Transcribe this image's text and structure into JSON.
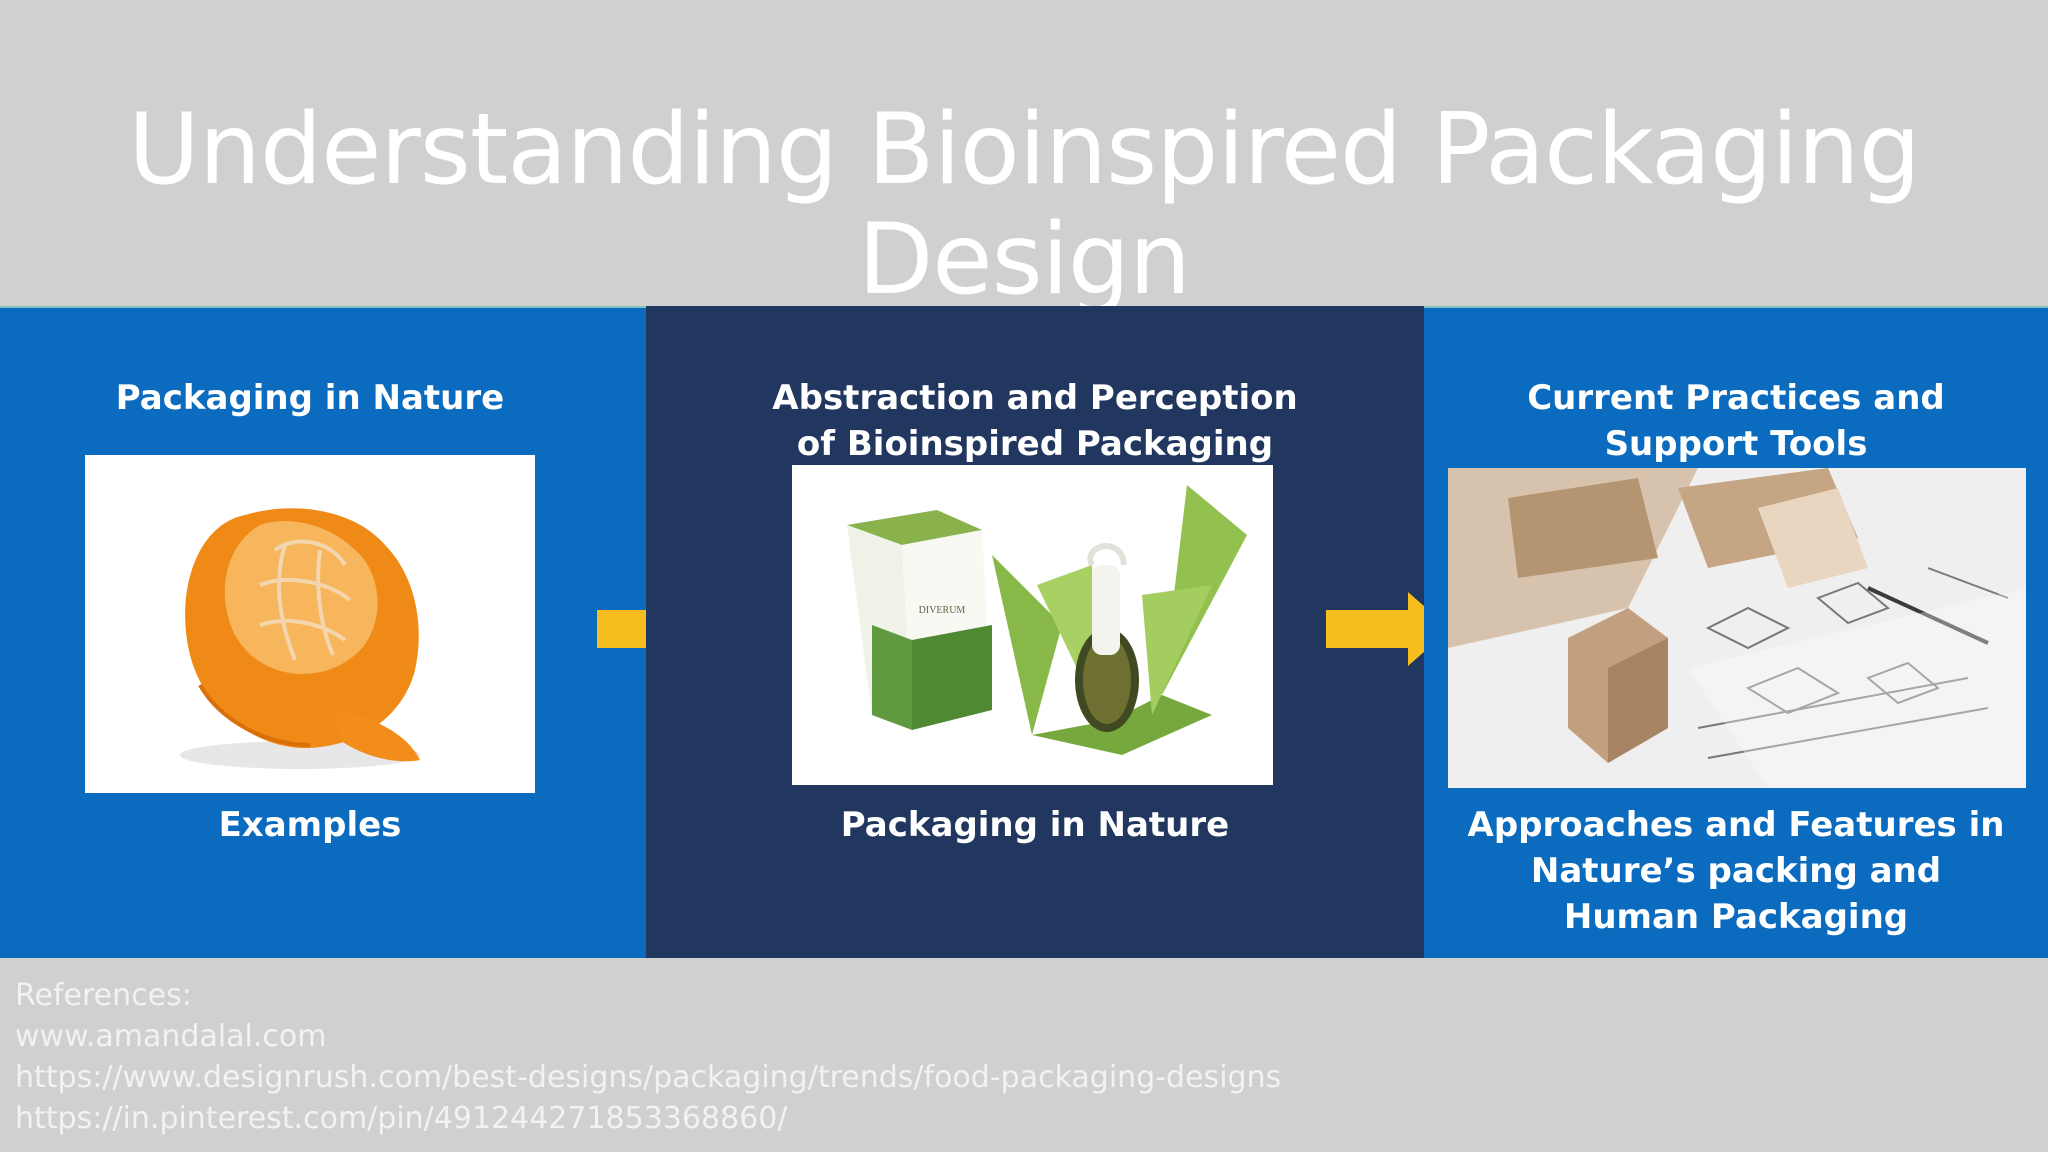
{
  "slide": {
    "title": "Understanding Bioinspired Packaging Design"
  },
  "panels": [
    {
      "heading": "Packaging in Nature",
      "caption": "Examples",
      "image": "peeled-mandarin-orange"
    },
    {
      "heading_line1": "Abstraction and Perception",
      "heading_line2": "of Bioinspired Packaging",
      "caption": "Packaging in Nature",
      "image": "green-fruit-inspired-bottle-box",
      "brand_text": "DIVERUM"
    },
    {
      "heading_line1": "Current Practices and",
      "heading_line2": "Support Tools",
      "caption_line1": "Approaches and Features in",
      "caption_line2": "Nature’s packing and",
      "caption_line3": "Human Packaging",
      "image": "cardboard-box-prototypes-and-sketches"
    }
  ],
  "references": {
    "label": "References:",
    "items": [
      "www.amandalal.com",
      "https://www.designrush.com/best-designs/packaging/trends/food-packaging-designs",
      "https://in.pinterest.com/pin/491244271853368860/"
    ]
  },
  "colors": {
    "background": "#d0d0d0",
    "band_blue": "#0b6bbf",
    "band_navy": "#21375f",
    "arrow": "#f5bd1e",
    "text": "#ffffff"
  },
  "icons": [
    "right-arrow-icon",
    "right-arrow-icon"
  ]
}
